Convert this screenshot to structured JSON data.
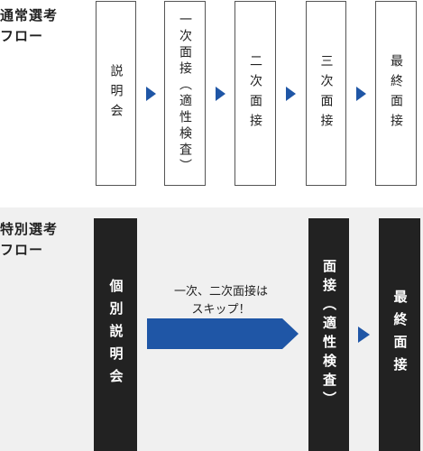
{
  "normal_flow": {
    "label_line1": "通常選考",
    "label_line2": "フロー",
    "steps": [
      {
        "label": "説明会"
      },
      {
        "label": "一次面接（適性検査）"
      },
      {
        "label": "二次面接"
      },
      {
        "label": "三次面接"
      },
      {
        "label": "最終面接"
      }
    ]
  },
  "special_flow": {
    "label_line1": "特別選考",
    "label_line2": "フロー",
    "steps": [
      {
        "label": "個別説明会"
      },
      {
        "label": "面接（適性検査）"
      },
      {
        "label": "最終面接"
      }
    ],
    "skip_note_line1": "一次、二次面接は",
    "skip_note_line2": "スキップ！"
  },
  "colors": {
    "arrow": "#1f56a6",
    "dark_box": "#222222",
    "section_bg": "#f0f0f0"
  }
}
